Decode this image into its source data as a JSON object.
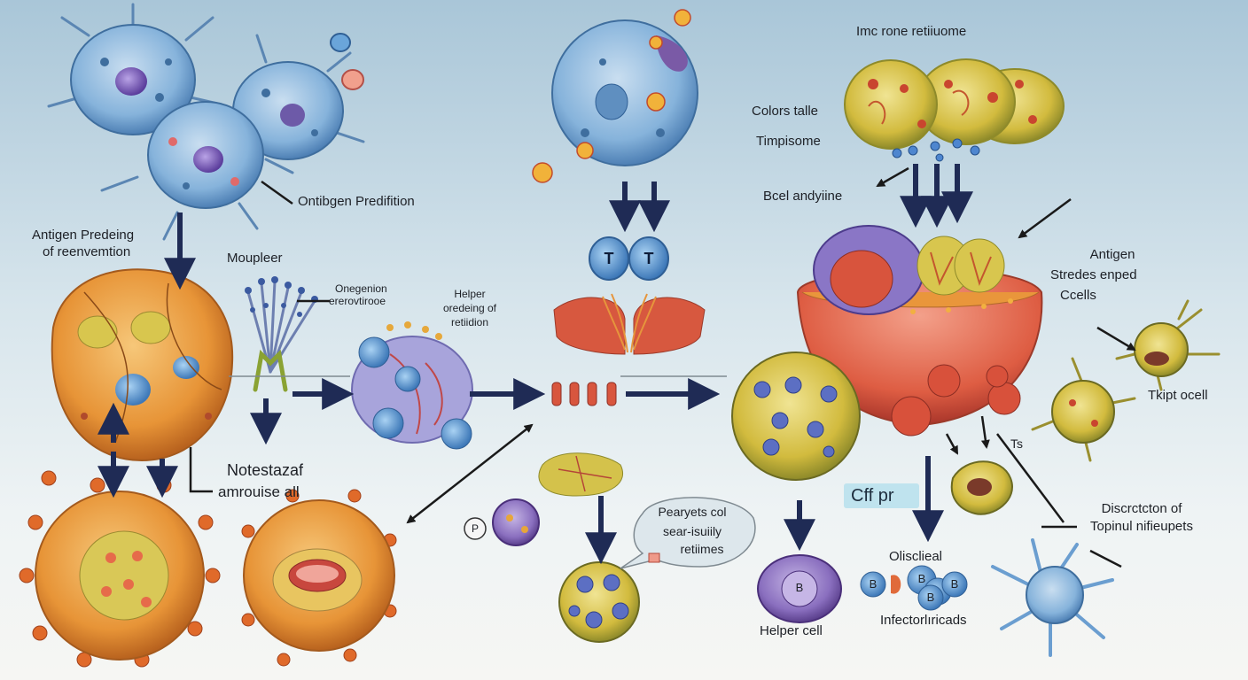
{
  "labels": {
    "top_title": "Imc rone retiiuome",
    "antigen_prediction": "Ontibgen Predifition",
    "antigen_predeing": "Antigen Predeing",
    "of_reenvemtion": "of reenvemtion",
    "moupleer": "Moupleer",
    "onegenion": "Onegenion",
    "onegenion_sub": "ererovtirooe",
    "helper_line1": "Helper",
    "helper_line2": "oredeing of",
    "helper_line3": "retiidion",
    "colors_talle": "Colors talle",
    "timpisome": "Timpisome",
    "bcel_andyiine": "Bcel andyiine",
    "antigen_right": "Antigen",
    "stredes_enped": "Stredes enped",
    "ccells": "Ccells",
    "tkipt_ocell": "Tkipt ocell",
    "ts": "Ts",
    "notestazaf": "Notestazaf",
    "amrouise_all": "amrouise all",
    "cff_pr": "Cff pr",
    "discretion_line1": "Discrctcton of",
    "discretion_line2": "Topinul nifieupets",
    "olisclieal": "Olisclieal",
    "infectorl": "Infectorlıricads",
    "helper_cell": "Helper cell",
    "p_badge": "P",
    "t_letter": "T",
    "b_letter": "B",
    "bubble_line1": "Pearyets col",
    "bubble_line2": "sear-isuiily",
    "bubble_line3": "retiimes"
  },
  "colors": {
    "arrow": "#1f2b55",
    "blue_cell": "#7fb0da",
    "orange_cell": "#e89a3c",
    "yellow_cell": "#d9c34a",
    "red_tissue": "#d9583f",
    "purple": "#7a5aa6"
  }
}
